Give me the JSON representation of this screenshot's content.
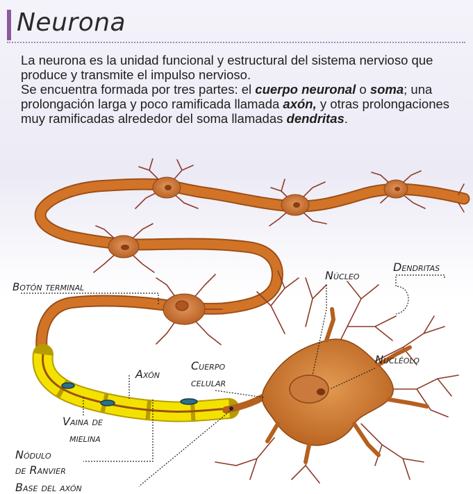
{
  "header": {
    "title": "Neurona"
  },
  "intro": {
    "sentence1": "La neurona es la unidad funcional y estructural del sistema nervioso que produce y transmite el impulso nervioso.",
    "s2_part1": "Se encuentra formada por tres partes: el ",
    "s2_term1": "cuerpo neuronal",
    "s2_part2": " o ",
    "s2_term2": "soma",
    "s2_part3": "; una prolongación larga y poco ramificada llamada ",
    "s2_term3": "axón,",
    "s2_part4": " y otras prolongaciones muy ramificadas alrededor del soma llamadas ",
    "s2_term4": "dendritas",
    "s2_part5": "."
  },
  "labels": {
    "boton_terminal": "Botón terminal",
    "nucleo": "Núcleo",
    "dendritas": "Dendritas",
    "nucleolo": "Nucléolo",
    "axon": "Axón",
    "cuerpo": "Cuerpo",
    "celular": "celular",
    "vaina1": "Vaina de",
    "vaina2": "mielina",
    "nodulo1": "Nódulo",
    "nodulo2": "de Ranvier",
    "base_axon": "Base del axón"
  },
  "colors": {
    "axon_segment": "#c86a1e",
    "myelin": "#f2e000",
    "soma": "#c9742c",
    "dendrite": "#8b3a2a",
    "title_accent": "#8a5a9e"
  }
}
